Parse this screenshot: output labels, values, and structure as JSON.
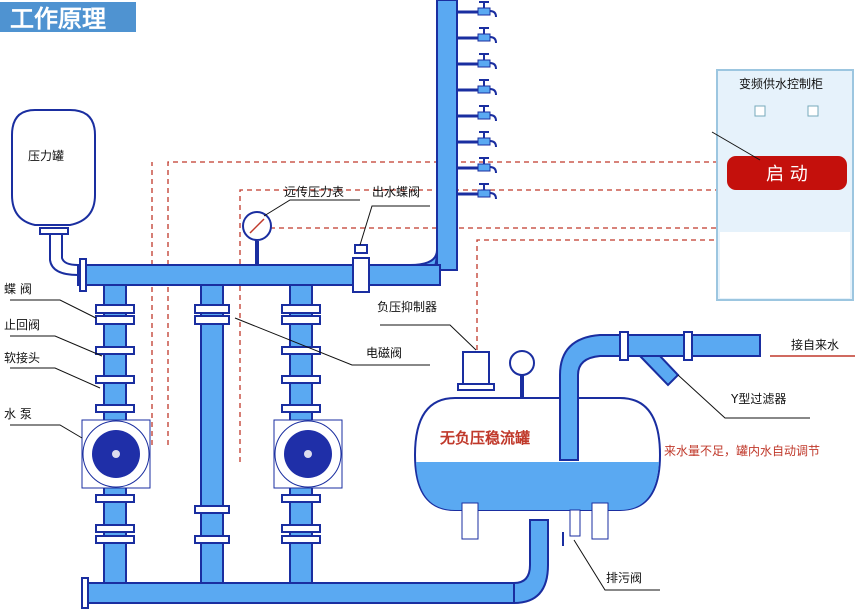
{
  "title": "工作原理",
  "colors": {
    "pipe": "#5aa9f2",
    "pipe_outline": "#1a2ea0",
    "control_line": "#c0392b",
    "start_button": "#c4100c",
    "title_banner": "#4f93d1"
  },
  "components": {
    "pressure_tank": "压力罐",
    "butterfly_valve": "蝶 阀",
    "check_valve": "止回阀",
    "flex_joint": "软接头",
    "pump": "水 泵",
    "remote_gauge": "远传压力表",
    "outlet_valve": "出水蝶阀",
    "solenoid_valve": "电磁阀",
    "suppressor": "负压抑制器",
    "tank": "无负压稳流罐",
    "y_filter": "Y型过滤器",
    "inlet": "接自来水",
    "drain_valve": "排污阀"
  },
  "control_cabinet": {
    "title": "变频供水控制柜",
    "start_button": "启 动"
  },
  "note": "来水量不足，罐内水自动调节",
  "tap_count": 8
}
